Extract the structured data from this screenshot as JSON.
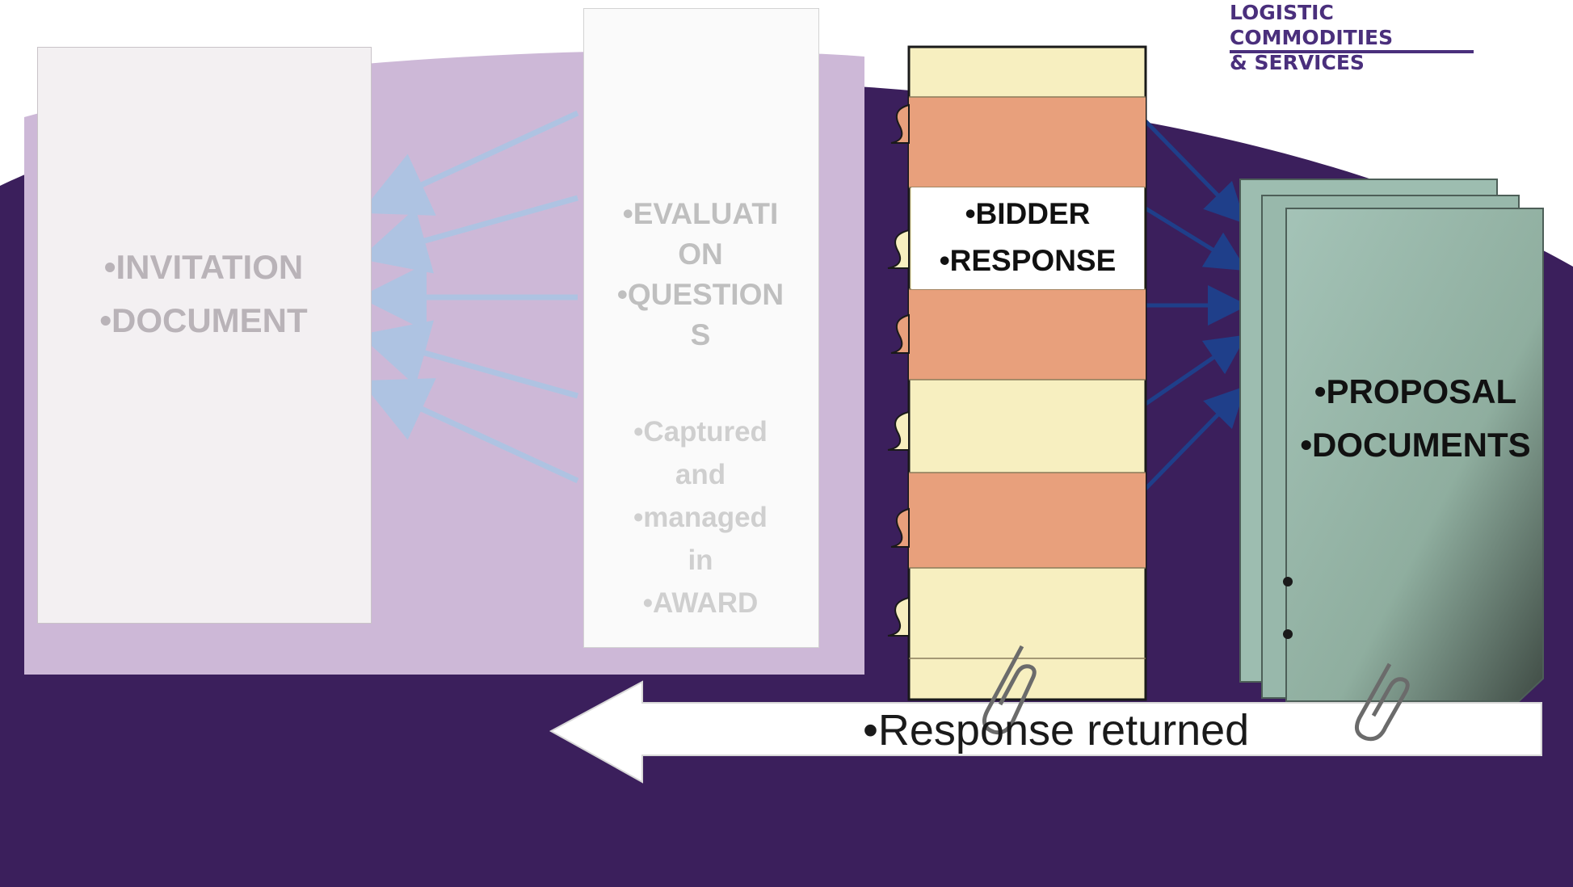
{
  "header": {
    "brand_line1": "LOGISTIC COMMODITIES",
    "brand_line2": "& SERVICES"
  },
  "invitation_document": {
    "line1": "•INVITATION",
    "line2": "•DOCUMENT"
  },
  "evaluation_questions": {
    "line1": "•EVALUATI",
    "line2": "ON",
    "line3": "•QUESTION",
    "line4": "S"
  },
  "captured_note": {
    "line1": "•Captured",
    "line2": "and",
    "line3": "•managed",
    "line4": "in",
    "line5": "•AWARD"
  },
  "bidder_response": {
    "line1": "•BIDDER",
    "line2": "•RESPONSE"
  },
  "proposal_documents": {
    "line1": "•PROPOSAL",
    "line2": "•DOCUMENTS"
  },
  "return_arrow": {
    "label": "•Response returned"
  },
  "colors": {
    "purple_dark": "#3b1f5c",
    "lavender": "#cdb8d7",
    "orange_band": "#e8a07c",
    "cream_band": "#f7efc0",
    "proposal_green": "#93b3a7",
    "brand": "#4a2f7c",
    "arrow_blue": "#1f3f8a"
  }
}
